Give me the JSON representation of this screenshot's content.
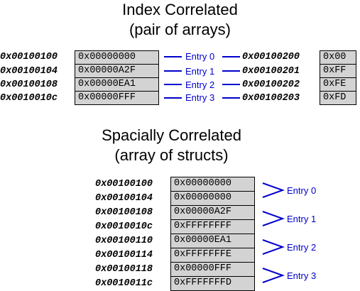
{
  "section1": {
    "title_line1": "Index Correlated",
    "title_line2": "(pair of arrays)",
    "left_addresses": [
      "0x00100100",
      "0x00100104",
      "0x00100108",
      "0x0010010c"
    ],
    "left_values": [
      "0x00000000",
      "0x00000A2F",
      "0x00000EA1",
      "0x00000FFF"
    ],
    "entries": [
      "Entry 0",
      "Entry 1",
      "Entry 2",
      "Entry 3"
    ],
    "right_addresses": [
      "0x00100200",
      "0x00100201",
      "0x00100202",
      "0x00100203"
    ],
    "right_values": [
      "0x00",
      "0xFF",
      "0xFE",
      "0xFD"
    ]
  },
  "section2": {
    "title_line1": "Spacially Correlated",
    "title_line2": "(array of structs)",
    "addresses": [
      "0x00100100",
      "0x00100104",
      "0x00100108",
      "0x0010010c",
      "0x00100110",
      "0x00100114",
      "0x00100118",
      "0x0010011c"
    ],
    "values": [
      "0x00000000",
      "0x00000000",
      "0x00000A2F",
      "0xFFFFFFFF",
      "0x00000EA1",
      "0xFFFFFFFE",
      "0x00000FFF",
      "0xFFFFFFFD"
    ],
    "entries": [
      "Entry 0",
      "Entry 1",
      "Entry 2",
      "Entry 3"
    ]
  },
  "colors": {
    "arrow": "#0000cc",
    "cell_fill": "#d3d3d3"
  }
}
